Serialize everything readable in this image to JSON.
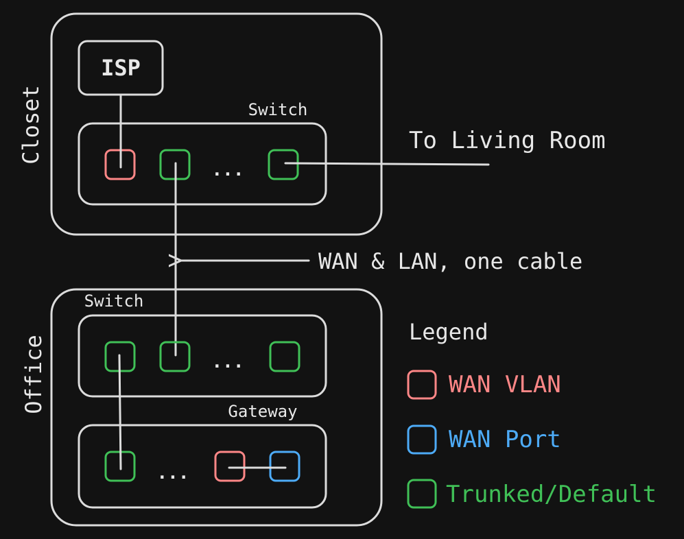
{
  "colors": {
    "background": "#121212",
    "outline": "#dcdcdc",
    "wan_vlan": "#ff8787",
    "wan_port": "#4dabf7",
    "trunked": "#40c057"
  },
  "closet": {
    "label": "Closet",
    "isp_label": "ISP",
    "switch_label": "Switch",
    "ellipsis": "..."
  },
  "office": {
    "label": "Office",
    "switch_label": "Switch",
    "gateway_label": "Gateway",
    "switch_ellipsis": "...",
    "gateway_ellipsis": "..."
  },
  "annotations": {
    "living_room": "To Living Room",
    "uplink": "WAN & LAN, one cable"
  },
  "legend": {
    "title": "Legend",
    "items": [
      {
        "label": "WAN VLAN",
        "color": "#ff8787"
      },
      {
        "label": "WAN Port",
        "color": "#4dabf7"
      },
      {
        "label": "Trunked/Default",
        "color": "#40c057"
      }
    ]
  }
}
